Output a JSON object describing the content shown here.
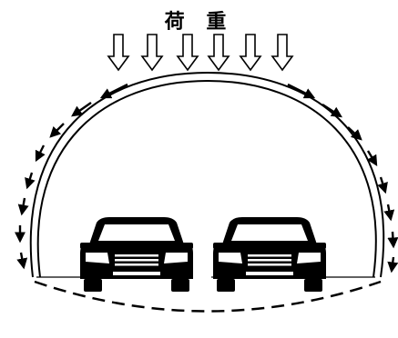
{
  "figure": {
    "load_label": "荷 重",
    "load_arrow_count": 6,
    "car_count": 2,
    "colors": {
      "ink": "#000000",
      "background": "#ffffff"
    }
  }
}
